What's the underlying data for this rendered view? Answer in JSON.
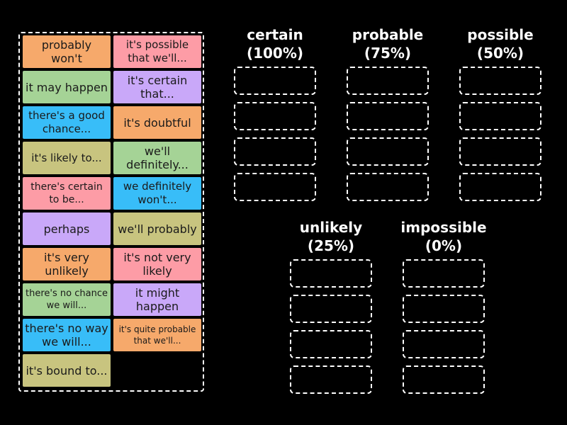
{
  "colors": {
    "orange": "#f6a96b",
    "pink": "#fd9ca6",
    "green": "#a5d396",
    "purple": "#c9a8f9",
    "blue": "#38bdf8",
    "olive": "#c8c47f",
    "background": "#000000",
    "outline": "#ffffff"
  },
  "cards": [
    {
      "text": "probably won't",
      "color": "orange"
    },
    {
      "text": "it's possible that we'll...",
      "color": "pink"
    },
    {
      "text": "it may happen",
      "color": "green"
    },
    {
      "text": "it's certain that...",
      "color": "purple"
    },
    {
      "text": "there's a good chance...",
      "color": "blue"
    },
    {
      "text": "it's doubtful",
      "color": "orange"
    },
    {
      "text": "it's likely to...",
      "color": "olive"
    },
    {
      "text": "we'll definitely...",
      "color": "green"
    },
    {
      "text": "there's certain to be...",
      "color": "pink"
    },
    {
      "text": "we definitely won't...",
      "color": "blue"
    },
    {
      "text": "perhaps",
      "color": "purple"
    },
    {
      "text": "we'll probably",
      "color": "olive"
    },
    {
      "text": "it's very unlikely",
      "color": "orange"
    },
    {
      "text": "it's not very likely",
      "color": "pink"
    },
    {
      "text": "there's no chance we will...",
      "color": "green"
    },
    {
      "text": "it might happen",
      "color": "purple"
    },
    {
      "text": "there's no way we will...",
      "color": "blue"
    },
    {
      "text": "it's quite probable that we'll...",
      "color": "orange"
    },
    {
      "text": "it's bound to...",
      "color": "olive"
    }
  ],
  "categories": [
    {
      "name": "certain",
      "value": "(100%)",
      "slots": 4
    },
    {
      "name": "probable",
      "value": "(75%)",
      "slots": 4
    },
    {
      "name": "possible",
      "value": "(50%)",
      "slots": 4
    },
    {
      "name": "unlikely",
      "value": "(25%)",
      "slots": 4
    },
    {
      "name": "impossible",
      "value": "(0%)",
      "slots": 4
    }
  ]
}
